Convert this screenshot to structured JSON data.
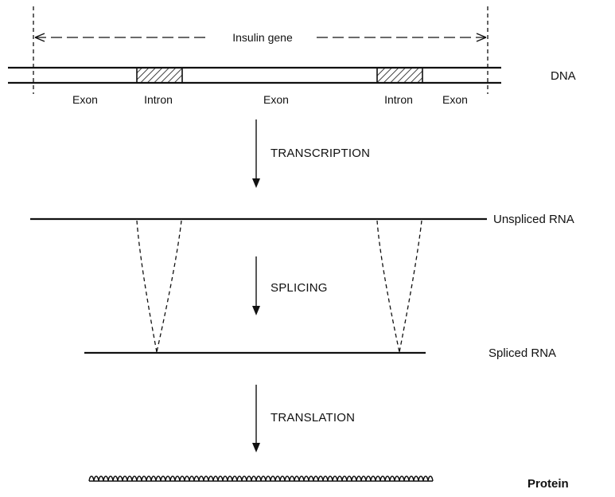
{
  "gene": {
    "label": "Insulin gene"
  },
  "dna": {
    "label": "DNA",
    "segments": [
      "Exon",
      "Intron",
      "Exon",
      "Intron",
      "Exon"
    ]
  },
  "steps": {
    "transcription": "TRANSCRIPTION",
    "splicing": "SPLICING",
    "translation": "TRANSLATION"
  },
  "rows": {
    "unspliced": "Unspliced RNA",
    "spliced": "Spliced RNA",
    "protein": "Protein"
  }
}
